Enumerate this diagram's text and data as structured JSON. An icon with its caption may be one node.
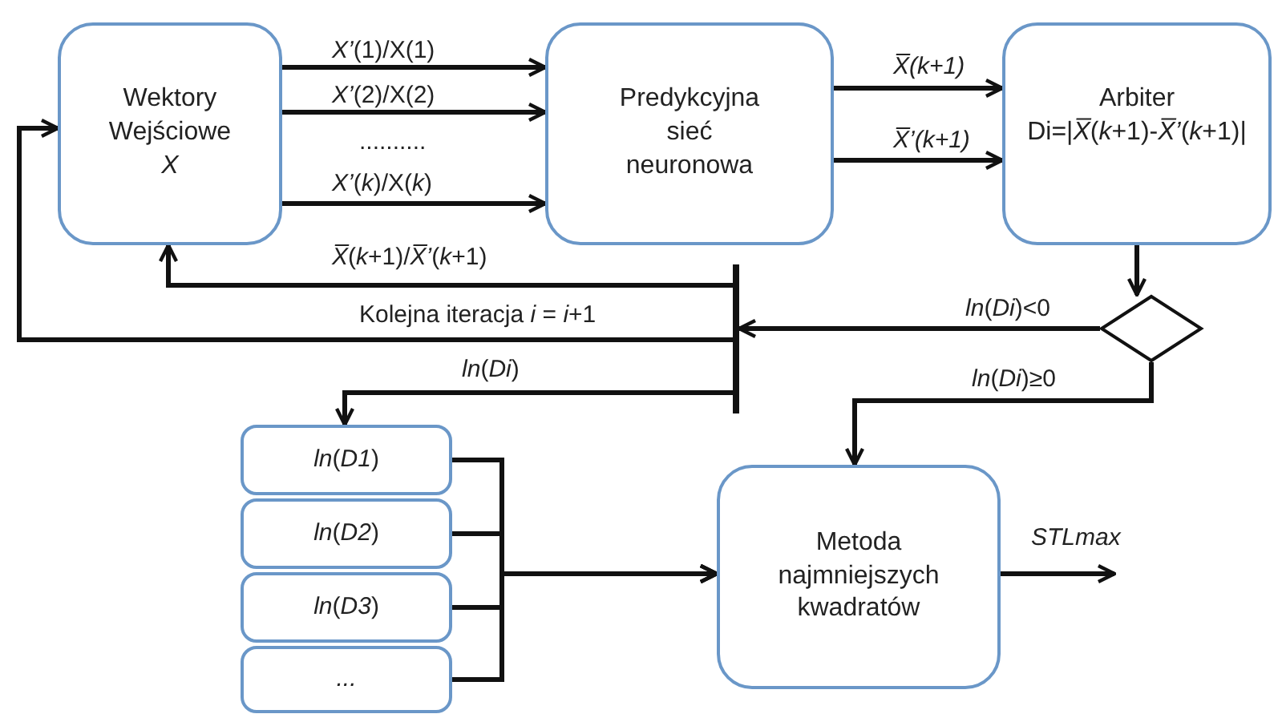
{
  "diagram": {
    "nodes": [
      {
        "text": [
          "Wektory Wejściowe *X*"
        ]
      },
      {
        "text": [
          "Predykcyjna sieć neuronowa"
        ]
      },
      {
        "text": [
          "Arbiter",
          "Di=|*X̅*(*k*+1)-*X̅’*(*k*+1)|"
        ]
      },
      {
        "text": [],
        "shape": "diamond"
      },
      {
        "text": [],
        "shape": "bar"
      },
      {
        "text": [
          "*ln*(*D1*)"
        ]
      },
      {
        "text": [
          "*ln*(*D2*)"
        ]
      },
      {
        "text": [
          "*ln*(*D3*)"
        ]
      },
      {
        "text": [
          "*...*"
        ]
      },
      {
        "text": [
          "Metoda najmniejszych kwadratów"
        ]
      }
    ],
    "edges": [
      {
        "from": 0,
        "to": 1,
        "arrow": "to",
        "label": "*X’*(1)/X(1)"
      },
      {
        "from": 0,
        "to": 1,
        "arrow": "to",
        "label": "*X’*(2)/X(2)"
      },
      {
        "from": 0,
        "to": 1,
        "arrow": "to",
        "label": "*X’*(*k*)/X(*k*)"
      },
      {
        "from": 1,
        "to": 2,
        "arrow": "to",
        "label": "*X̅(k+1)*"
      },
      {
        "from": 1,
        "to": 2,
        "arrow": "to",
        "label": "*X̅’(k+1)*"
      },
      {
        "from": 2,
        "to": 3,
        "arrow": "to"
      },
      {
        "from": 3,
        "to": 4,
        "arrow": "to",
        "label": "*ln*(*Di*)<0"
      },
      {
        "from": 4,
        "to": 0,
        "arrow": "to",
        "label": "*X̅*(*k*+1)/*X̅’*(*k*+1)"
      },
      {
        "from": 4,
        "to": 0,
        "arrow": "to",
        "label": "Kolejna iteracja *i* = *i*+1"
      },
      {
        "from": 4,
        "to": 5,
        "arrow": "to",
        "label": "*ln*(*Di*)"
      },
      {
        "from": 3,
        "to": 9,
        "arrow": "to",
        "label": "*ln*(*Di*)≥0"
      },
      {
        "from": 5,
        "to": 9,
        "arrow": "to"
      },
      {
        "from": 6,
        "to": 9,
        "arrow": "to"
      },
      {
        "from": 7,
        "to": 9,
        "arrow": "to"
      },
      {
        "from": 8,
        "to": 9,
        "arrow": "to"
      },
      {
        "from": 9,
        "to": null,
        "arrow": "to",
        "label": "*STLmax*"
      }
    ],
    "labels": [
      ".........."
    ]
  }
}
